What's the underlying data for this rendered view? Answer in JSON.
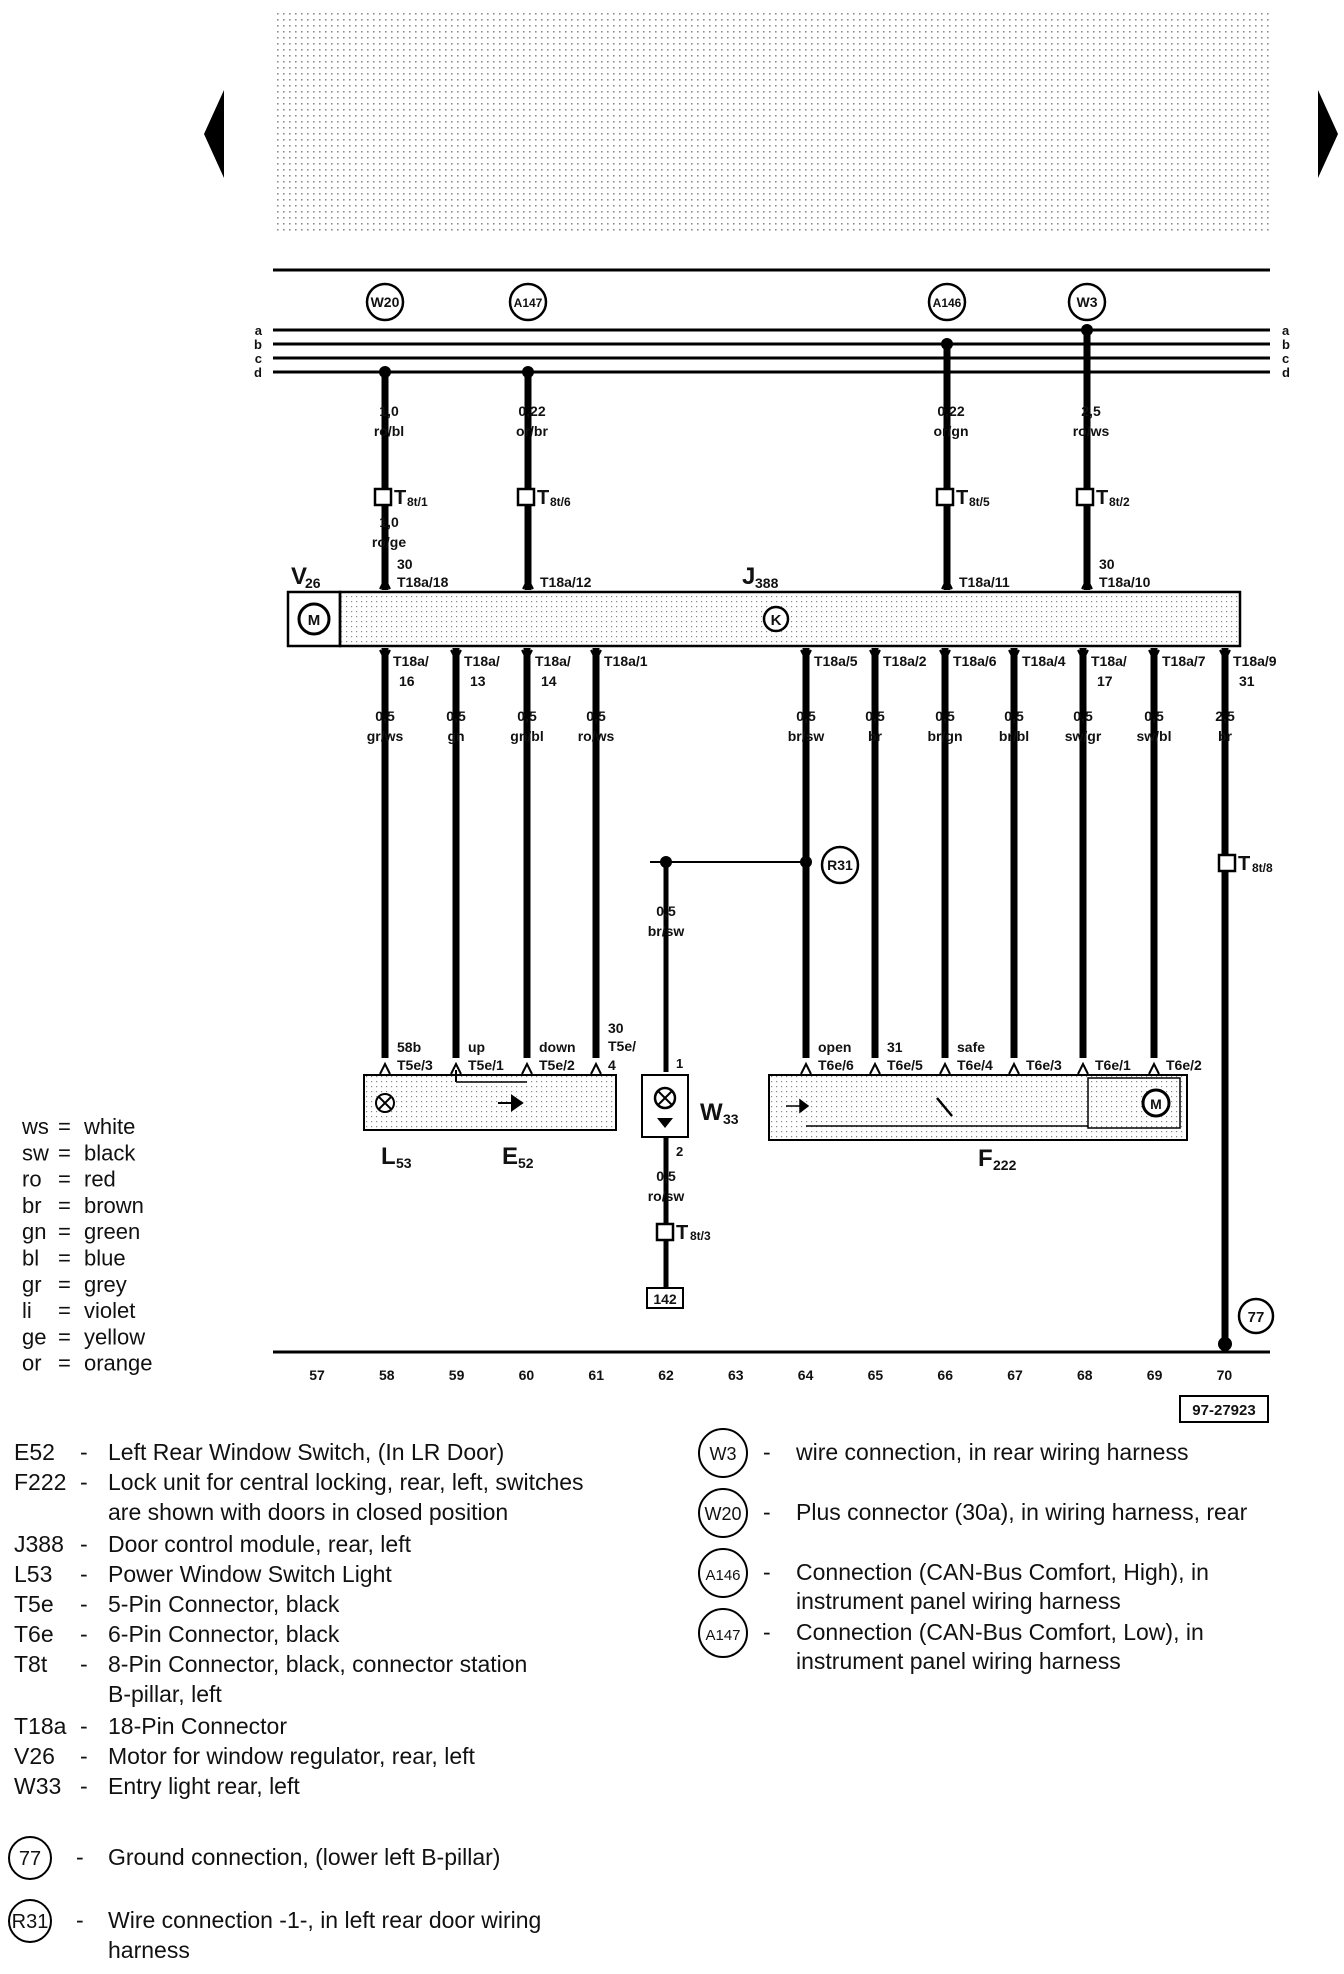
{
  "navigation": {
    "prev_icon": "triangle-left-icon",
    "next_icon": "triangle-right-icon"
  },
  "bus_lines": [
    "a",
    "b",
    "c",
    "d"
  ],
  "bus_connectors": [
    {
      "id": "W20"
    },
    {
      "id": "A147"
    },
    {
      "id": "A146"
    },
    {
      "id": "W3"
    }
  ],
  "top_wires": [
    {
      "size": "1,0",
      "color": "ro/bl",
      "connector": "T8t/1",
      "size2": "1,0",
      "color2": "ro/ge",
      "pin": "T18a/18",
      "pin_num": "30"
    },
    {
      "size": "0,22",
      "color": "or/br",
      "connector": "T8t/6",
      "pin": "T18a/12"
    },
    {
      "size": "0,22",
      "color": "or/gn",
      "connector": "T8t/5",
      "pin": "T18a/11"
    },
    {
      "size": "2,5",
      "color": "ro/ws",
      "connector": "T8t/2",
      "pin": "T18a/10",
      "pin_num": "30"
    }
  ],
  "components": {
    "V26": "V26",
    "J388": "J388",
    "L53": "L53",
    "E52": "E52",
    "W33": "W33",
    "F222": "F222"
  },
  "bottom_wires": [
    {
      "pin": "T18a/",
      "pin2": "16",
      "size": "0,5",
      "color": "gr/ws"
    },
    {
      "pin": "T18a/",
      "pin2": "13",
      "size": "0,5",
      "color": "gn"
    },
    {
      "pin": "T18a/",
      "pin2": "14",
      "size": "0,5",
      "color": "gn/bl"
    },
    {
      "pin": "T18a/1",
      "size": "0,5",
      "color": "ro/ws"
    },
    {
      "pin": "T18a/5",
      "size": "0,5",
      "color": "br/sw"
    },
    {
      "pin": "T18a/2",
      "size": "0,5",
      "color": "br"
    },
    {
      "pin": "T18a/6",
      "size": "0,5",
      "color": "br/gn"
    },
    {
      "pin": "T18a/4",
      "size": "0,5",
      "color": "br/bl"
    },
    {
      "pin": "T18a/",
      "pin2": "17",
      "size": "0,5",
      "color": "sw/gr"
    },
    {
      "pin": "T18a/7",
      "size": "0,5",
      "color": "sw/bl"
    },
    {
      "pin": "T18a/9",
      "pin2": "31",
      "size": "2,5",
      "color": "br"
    }
  ],
  "mid": {
    "r31": "R31",
    "w33_wire_size": "0,5",
    "w33_wire_color": "br/sw",
    "w33_pin1": "1",
    "w33_pin2": "2",
    "w33_out_size": "0,5",
    "w33_out_color": "ro/sw",
    "t8t3": "T8t/3",
    "ref142": "142",
    "t8t8": "T8t/8",
    "ground": "77"
  },
  "lower_pins": [
    {
      "func": "58b",
      "pin": "T5e/3"
    },
    {
      "func": "up",
      "pin": "T5e/1"
    },
    {
      "func": "down",
      "pin": "T5e/2"
    },
    {
      "func": "30",
      "pin": "T5e/",
      "pin2": "4"
    },
    {
      "func": "open",
      "pin": "T6e/6"
    },
    {
      "func": "31",
      "pin": "T6e/5"
    },
    {
      "func": "safe",
      "pin": "T6e/4"
    },
    {
      "func": "",
      "pin": "T6e/3"
    },
    {
      "func": "",
      "pin": "T6e/1"
    },
    {
      "func": "",
      "pin": "T6e/2"
    }
  ],
  "ruler": [
    "57",
    "58",
    "59",
    "60",
    "61",
    "62",
    "63",
    "64",
    "65",
    "66",
    "67",
    "68",
    "69",
    "70"
  ],
  "ref_id": "97-27923",
  "color_legend": [
    {
      "code": "ws",
      "name": "white"
    },
    {
      "code": "sw",
      "name": "black"
    },
    {
      "code": "ro",
      "name": "red"
    },
    {
      "code": "br",
      "name": "brown"
    },
    {
      "code": "gn",
      "name": "green"
    },
    {
      "code": "bl",
      "name": "blue"
    },
    {
      "code": "gr",
      "name": "grey"
    },
    {
      "code": "li",
      "name": "violet"
    },
    {
      "code": "ge",
      "name": "yellow"
    },
    {
      "code": "or",
      "name": "orange"
    }
  ],
  "legend_left": [
    {
      "code": "E52",
      "sep": "-",
      "lines": [
        "Left Rear Window Switch, (In LR Door)"
      ]
    },
    {
      "code": "F222",
      "sep": "-",
      "lines": [
        "Lock unit for central locking, rear, left, switches",
        "are shown with doors in closed position"
      ]
    },
    {
      "code": "J388",
      "sep": "-",
      "lines": [
        "Door control module, rear, left"
      ]
    },
    {
      "code": "L53",
      "sep": "-",
      "lines": [
        "Power Window Switch Light"
      ]
    },
    {
      "code": "T5e",
      "sep": "-",
      "lines": [
        "5-Pin Connector, black"
      ]
    },
    {
      "code": "T6e",
      "sep": "-",
      "lines": [
        "6-Pin Connector, black"
      ]
    },
    {
      "code": "T8t",
      "sep": "-",
      "lines": [
        "8-Pin Connector, black, connector station",
        "B-pillar, left"
      ]
    },
    {
      "code": "T18a",
      "sep": "-",
      "lines": [
        "18-Pin Connector"
      ]
    },
    {
      "code": "V26",
      "sep": "-",
      "lines": [
        "Motor for window regulator, rear, left"
      ]
    },
    {
      "code": "W33",
      "sep": "-",
      "lines": [
        "Entry light rear, left"
      ]
    }
  ],
  "legend_circles_left": [
    {
      "code": "77",
      "sep": "-",
      "lines": [
        "Ground connection, (lower left B-pillar)"
      ]
    },
    {
      "code": "R31",
      "sep": "-",
      "lines": [
        "Wire connection -1-, in left rear door wiring",
        "harness"
      ]
    }
  ],
  "legend_right": [
    {
      "code": "W3",
      "sep": "-",
      "lines": [
        "wire connection, in rear wiring harness"
      ]
    },
    {
      "code": "W20",
      "sep": "-",
      "lines": [
        "Plus connector (30a), in wiring harness, rear"
      ]
    },
    {
      "code": "A146",
      "sep": "-",
      "lines": [
        "Connection (CAN-Bus Comfort, High), in",
        "instrument panel wiring harness"
      ]
    },
    {
      "code": "A147",
      "sep": "-",
      "lines": [
        "Connection (CAN-Bus Comfort, Low), in",
        "instrument panel wiring harness"
      ]
    }
  ]
}
